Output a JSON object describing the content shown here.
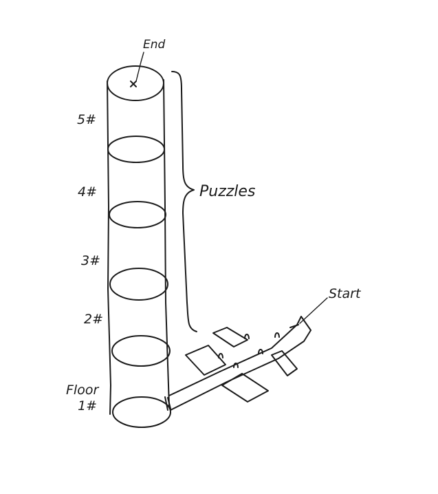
{
  "labels": {
    "end": "End",
    "start": "Start",
    "puzzles": "Puzzles",
    "floor_word": "Floor",
    "floors": [
      "1#",
      "2#",
      "3#",
      "4#",
      "5#"
    ]
  },
  "colors": {
    "ink": "#1a1a1a",
    "paper": "#ffffff"
  }
}
